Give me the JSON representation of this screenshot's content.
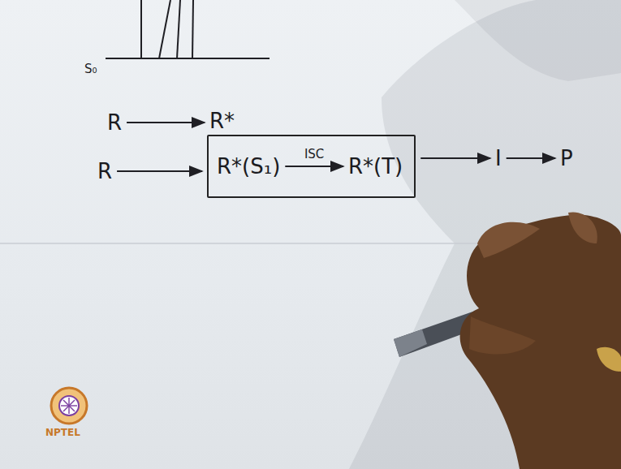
{
  "diagram": {
    "nodes": [
      {
        "text": [
          "R"
        ]
      },
      {
        "text": [
          "R*"
        ]
      },
      {
        "text": [
          "R"
        ]
      },
      {
        "text": []
      },
      {
        "text": [
          "R*(S₁)"
        ],
        "in": 3
      },
      {
        "text": [
          "R*(T)"
        ],
        "in": 3
      },
      {
        "text": [
          "I"
        ]
      },
      {
        "text": [
          "P"
        ]
      }
    ],
    "edges": [
      {
        "from": 0,
        "to": 1,
        "arrow": "to"
      },
      {
        "from": 2,
        "to": 3,
        "arrow": "to"
      },
      {
        "from": 4,
        "to": 5,
        "label": "ISC",
        "arrow": "to"
      },
      {
        "from": 3,
        "to": 6,
        "arrow": "to"
      },
      {
        "from": 6,
        "to": 7,
        "arrow": "to"
      }
    ],
    "labels": [
      "S₀",
      "NPTEL"
    ]
  }
}
